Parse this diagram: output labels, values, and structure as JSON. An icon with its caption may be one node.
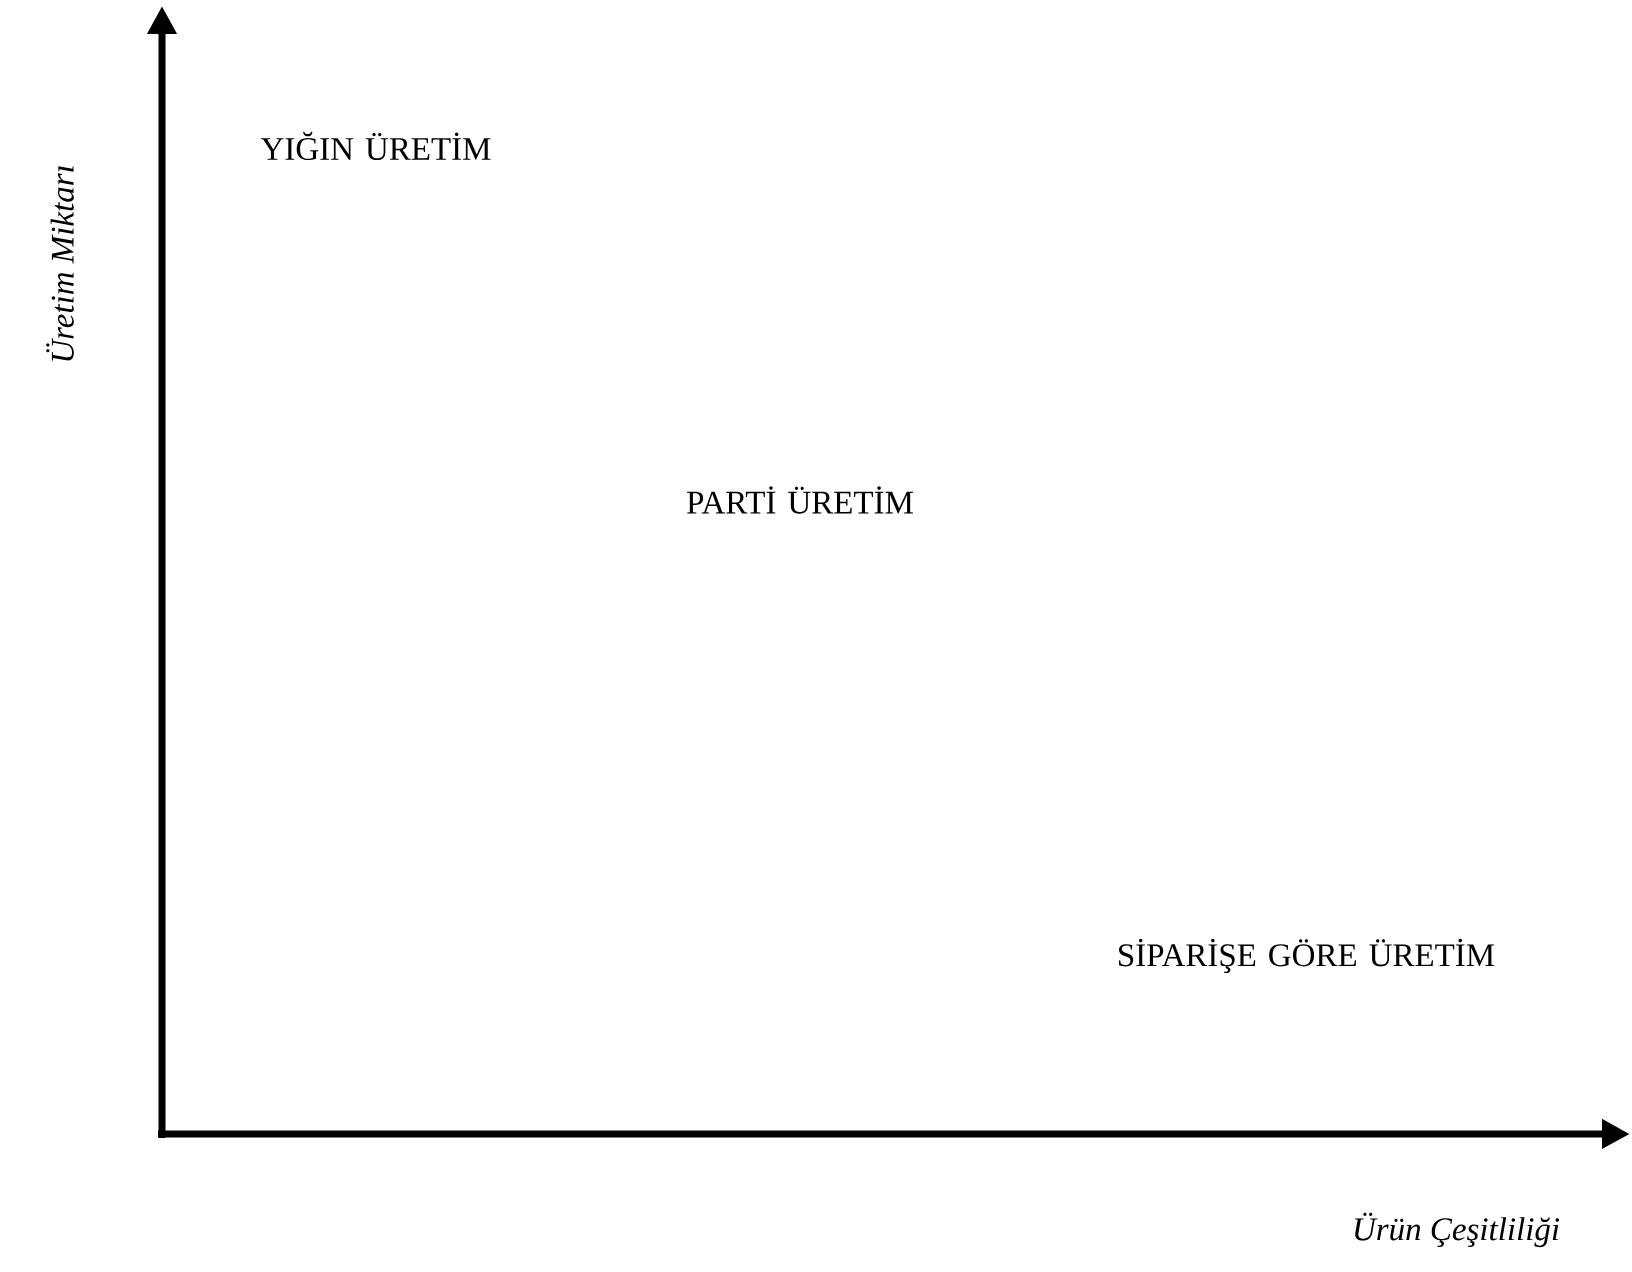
{
  "diagram": {
    "labels": [
      "YIĞIN ÜRETİM",
      "PARTİ ÜRETİM",
      "SİPARİŞE GÖRE ÜRETİM",
      "Üretim Miktarı",
      "Ürün Çeşitliliği"
    ]
  }
}
